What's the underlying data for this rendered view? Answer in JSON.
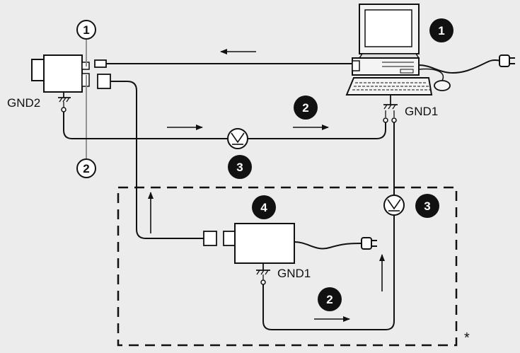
{
  "colors": {
    "background": "#ececec",
    "ink": "#111111",
    "callout_line": "#888888",
    "badge_fill": "#111111",
    "badge_text": "#ffffff"
  },
  "labels": {
    "gnd2": "GND2",
    "gnd1_top": "GND1",
    "gnd1_bottom": "GND1",
    "asterisk": "*"
  },
  "callouts": {
    "one": "1",
    "two": "2"
  },
  "badges": {
    "b1": "1",
    "b2_top": "2",
    "b3_left": "3",
    "b3_right": "3",
    "b4": "4",
    "b2_bottom": "2"
  },
  "icons": {
    "computer": "computer-icon",
    "camera": "camera-icon",
    "device": "device-icon",
    "voltmeter": "voltmeter-icon",
    "ground": "ground-icon",
    "plug": "power-plug-icon",
    "mouse": "mouse-icon"
  }
}
